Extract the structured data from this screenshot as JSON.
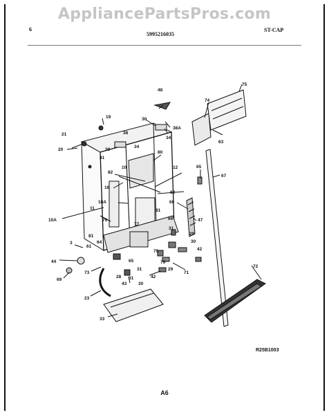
{
  "watermark": "AppliancePartsPros.com",
  "header": {
    "page": "6",
    "part_number": "5995216035",
    "model_code": "ST-CAP"
  },
  "callouts": [
    "48",
    "75",
    "74",
    "19",
    "30",
    "38A",
    "21",
    "38",
    "34",
    "63",
    "20",
    "39",
    "34",
    "80",
    "41",
    "10",
    "12",
    "65",
    "82",
    "67",
    "16",
    "82",
    "18A",
    "60",
    "11",
    "81",
    "47",
    "10A",
    "76",
    "66",
    "77",
    "31",
    "81",
    "29",
    "64",
    "3",
    "30",
    "61",
    "79",
    "42",
    "44",
    "65",
    "79",
    "72",
    "31",
    "29",
    "71",
    "73",
    "28",
    "31",
    "42",
    "69",
    "43",
    "30",
    "23",
    "33"
  ],
  "footer": {
    "diagram_code": "R25B1003",
    "page_label": "A6"
  }
}
